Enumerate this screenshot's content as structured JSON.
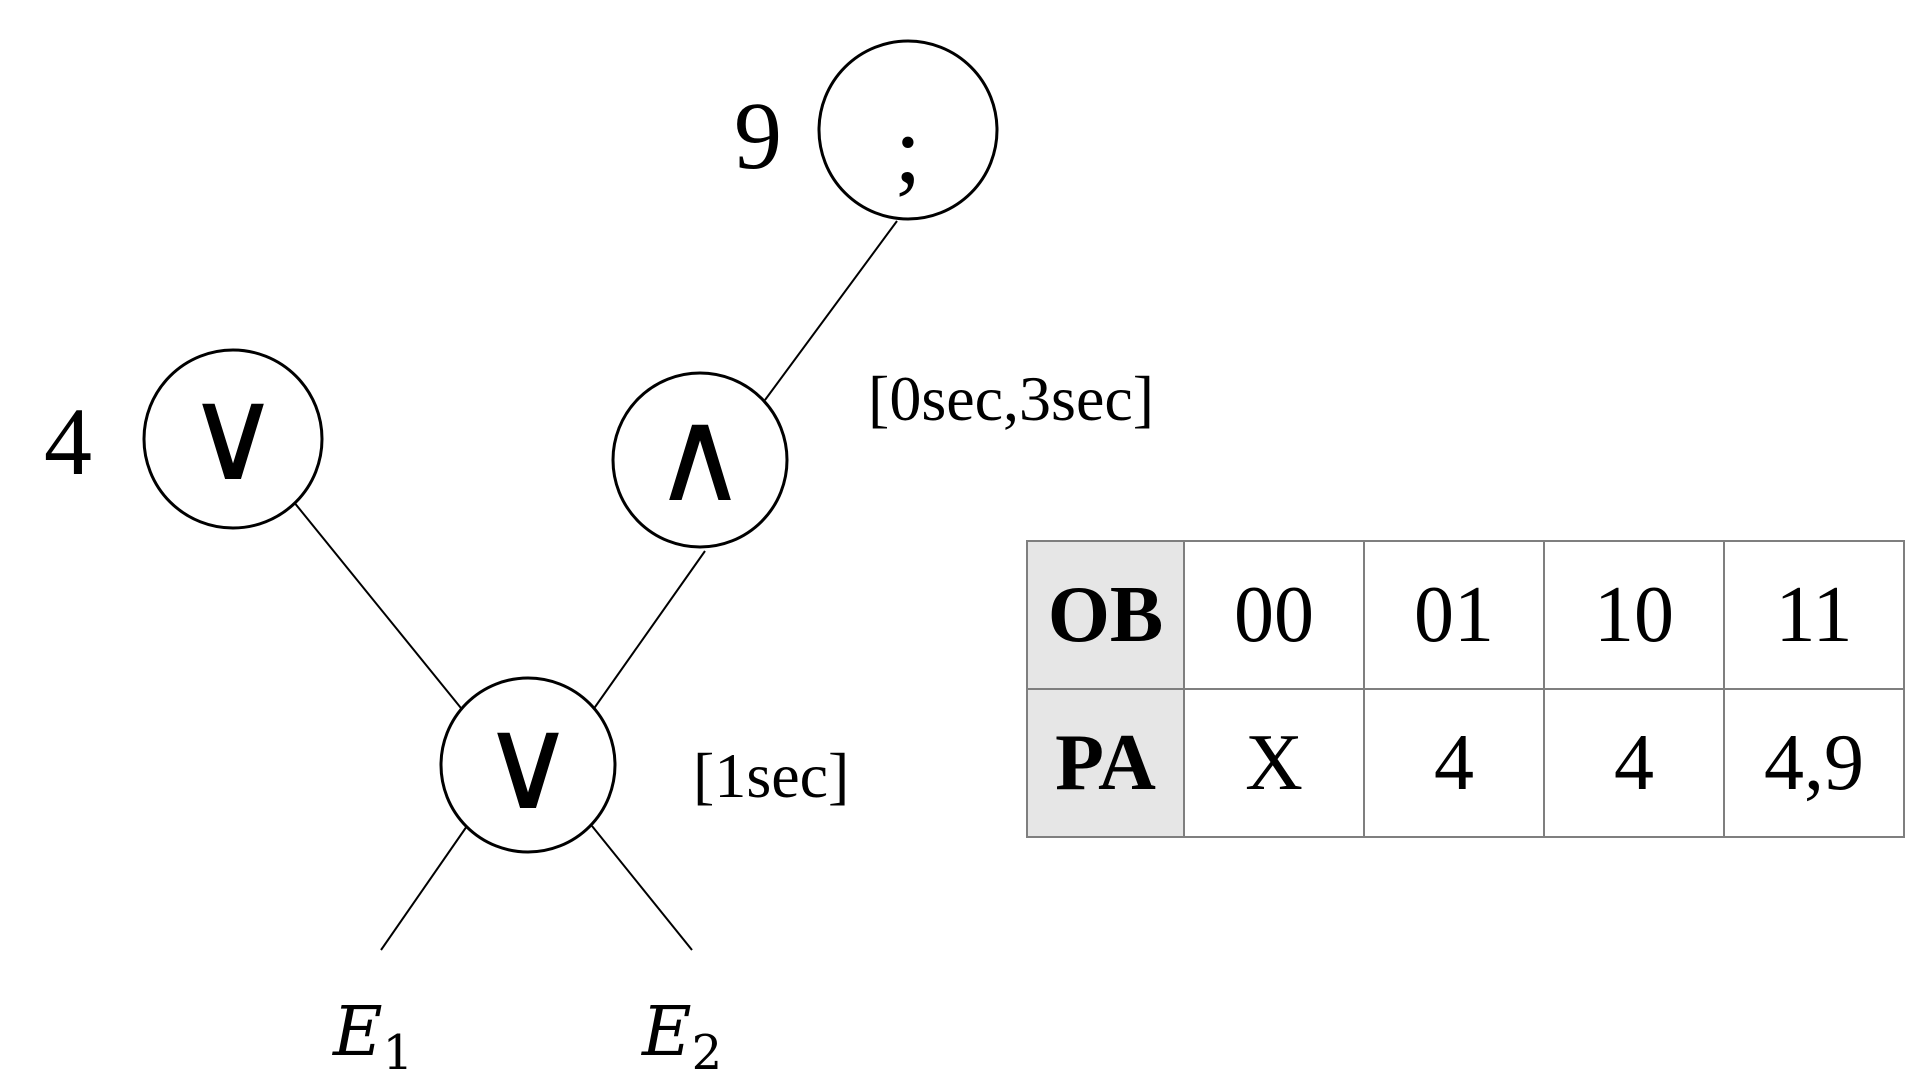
{
  "tree": {
    "root": {
      "symbol": ";",
      "label": "9"
    },
    "and_gate": {
      "symbol": "∧",
      "interval": "[0sec,3sec]"
    },
    "or_gate_left": {
      "symbol": "∨",
      "label": "4"
    },
    "or_gate_bottom": {
      "symbol": "∨",
      "interval": "[1sec]"
    },
    "inputs": [
      {
        "base": "E",
        "sub": "1"
      },
      {
        "base": "E",
        "sub": "2"
      }
    ]
  },
  "table": {
    "rows": [
      {
        "header": "OB",
        "cells": [
          "00",
          "01",
          "10",
          "11"
        ]
      },
      {
        "header": "PA",
        "cells": [
          "X",
          "4",
          "4",
          "4,9"
        ]
      }
    ]
  }
}
